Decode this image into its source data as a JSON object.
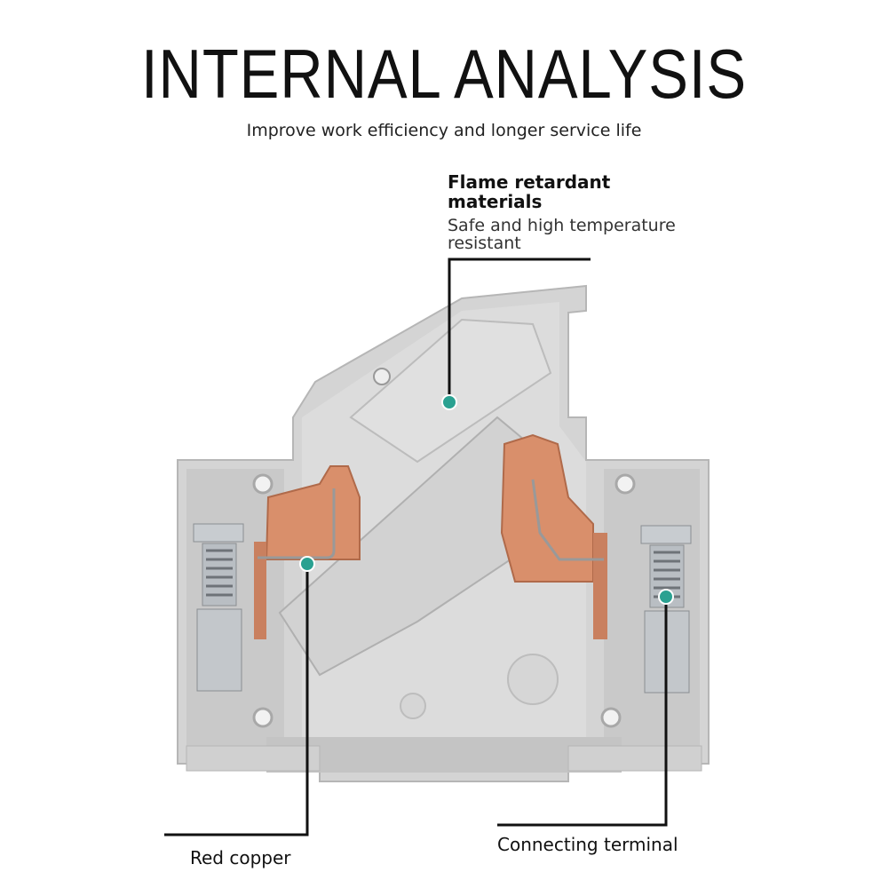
{
  "header": {
    "title": "INTERNAL ANALYSIS",
    "subtitle": "Improve work efficiency and longer service life"
  },
  "callouts": {
    "flame": {
      "title": "Flame retardant materials",
      "subtitle": "Safe and high temperature resistant"
    },
    "copper": {
      "label": "Red copper"
    },
    "terminal": {
      "label": "Connecting terminal"
    }
  },
  "colors": {
    "housing": "#cfcfcf",
    "copper": "#d98f6b",
    "marker": "#2aa191",
    "line": "#111111"
  }
}
